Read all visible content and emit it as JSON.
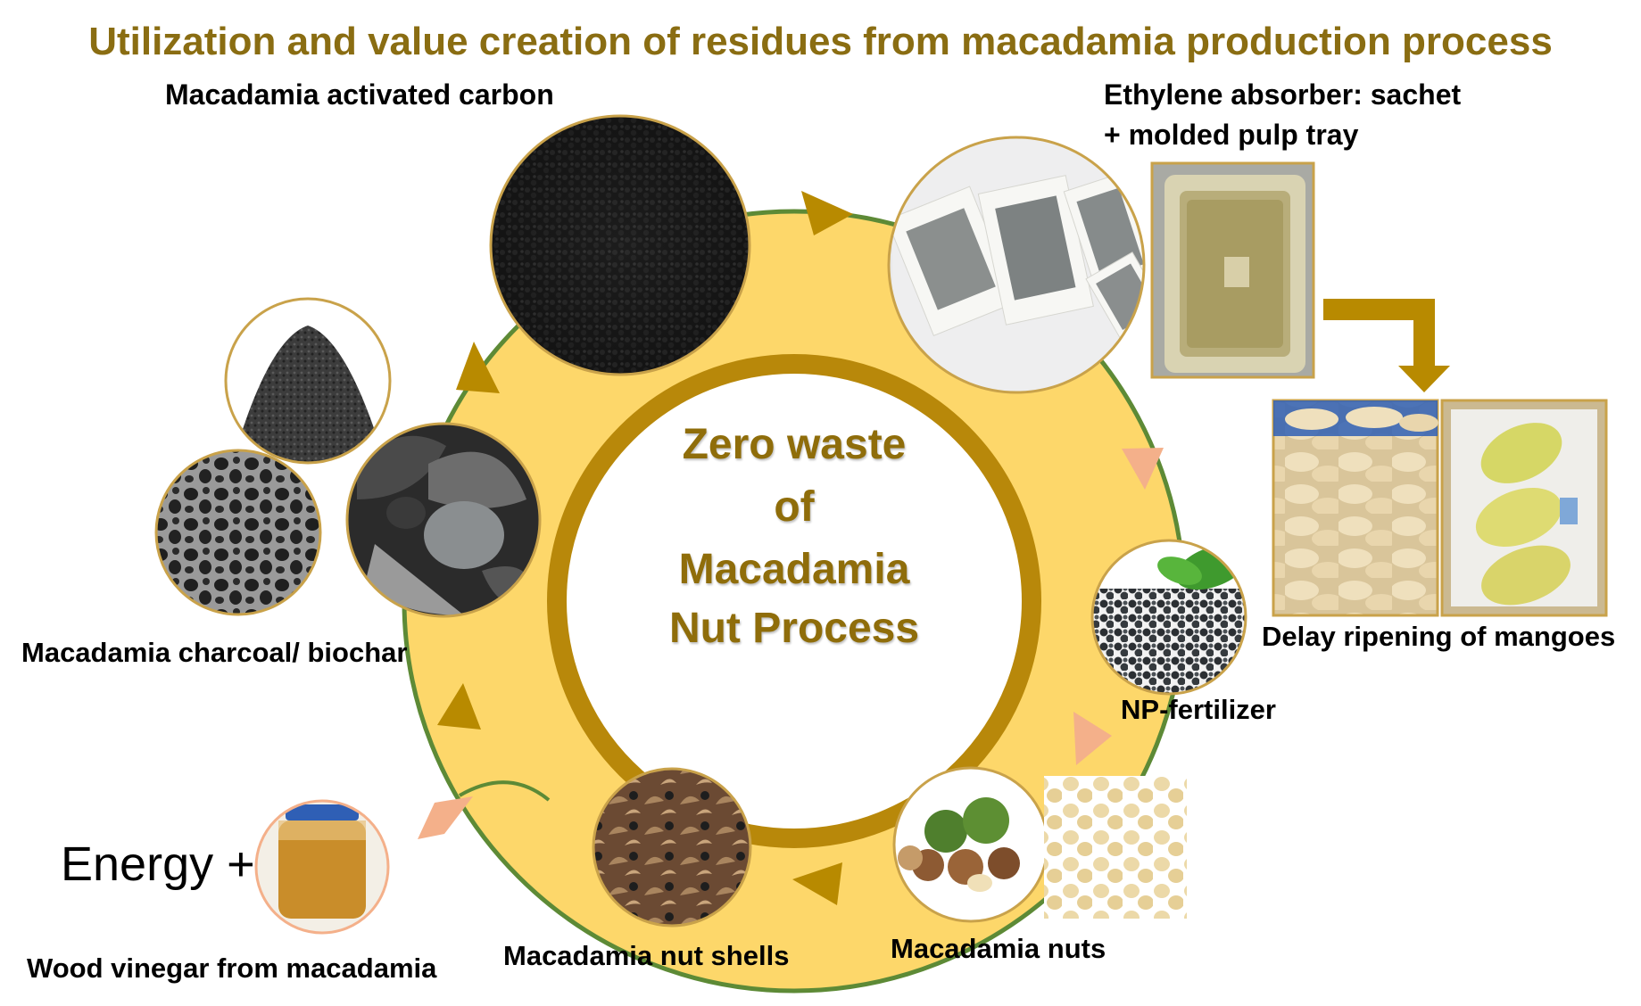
{
  "title": "Utilization and value creation of residues from macadamia production process",
  "center": {
    "lines": [
      "Zero waste",
      "of",
      "Macadamia",
      "Nut Process"
    ]
  },
  "labels": {
    "activated_carbon": "Macadamia activated carbon",
    "ethylene_absorber_line1": "Ethylene absorber: sachet",
    "ethylene_absorber_line2": "+ molded pulp tray",
    "delay_ripening": "Delay ripening of mangoes",
    "np_fertilizer": "NP-fertilizer",
    "macadamia_nuts": "Macadamia nuts",
    "nut_shells": "Macadamia nut shells",
    "wood_vinegar": "Wood vinegar from macadamia",
    "energy": "Energy +",
    "charcoal_biochar": "Macadamia charcoal/ biochar"
  },
  "colors": {
    "title": "#8a6d12",
    "ring_fill": "#fdd76a",
    "ring_inner_stroke": "#b8880a",
    "ring_outer_stroke": "#5d8a36",
    "arrow_gold": "#b88a00",
    "arrow_peach": "#f4b08a",
    "photo_border": "#c9a24a"
  }
}
